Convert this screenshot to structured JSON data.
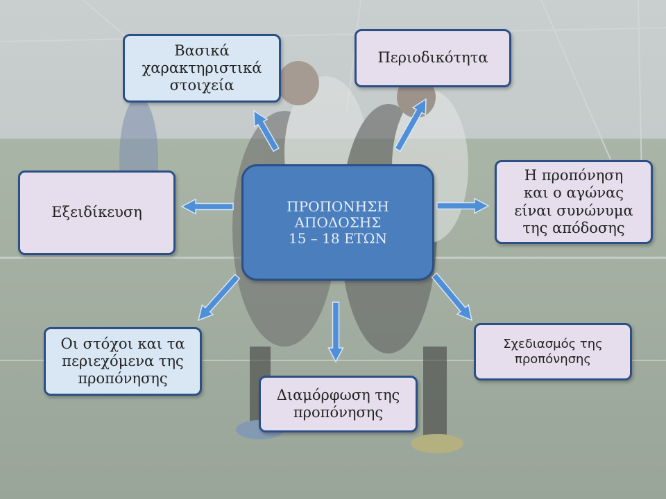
{
  "center": {
    "text": "ΠΡΟΠΟΝΗΣΗ\nΑΠΟΔΟΣΗΣ\n15 – 18  ΕΤΩΝ"
  },
  "nodes": {
    "basic": "Βασικά\nχαρακτηριστικά\nστοιχεία",
    "periodicity": "Περιοδικότητα",
    "specialization": "Εξειδίκευση",
    "synonymous": "Η προπόνηση\nκαι ο αγώνας\nείναι συνώνυμα\nτης απόδοσης",
    "goals": "Οι  στόχοι και τα\nπεριεχόμενα της\nπροπόνησης",
    "formation": "Διαμόρφωση της\nπροπόνησης",
    "planning": "Σχεδιασμός της\nπροπόνησης"
  },
  "colors": {
    "center_fill": "#4a7ebd",
    "border": "#2c4f86",
    "box_lavender": "#e6deec",
    "box_blue": "#d9e6f4",
    "arrow": "#4f8fd8"
  }
}
